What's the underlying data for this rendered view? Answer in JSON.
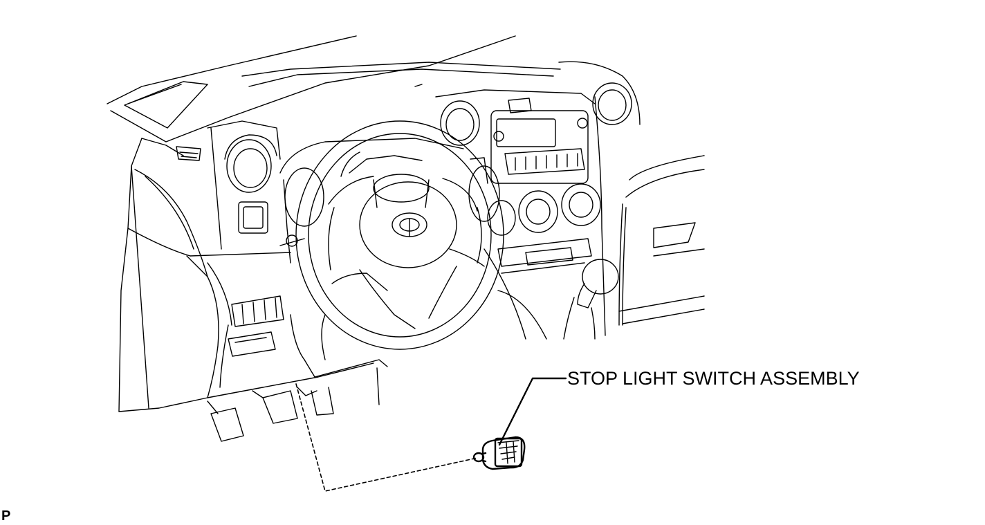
{
  "callout": {
    "label": "STOP LIGHT SWITCH ASSEMBLY"
  },
  "corner_code": "P",
  "icons": {
    "dashboard": "dashboard-line-art",
    "switch": "stop-light-switch-illustration",
    "emblem": "steering-wheel-emblem"
  }
}
